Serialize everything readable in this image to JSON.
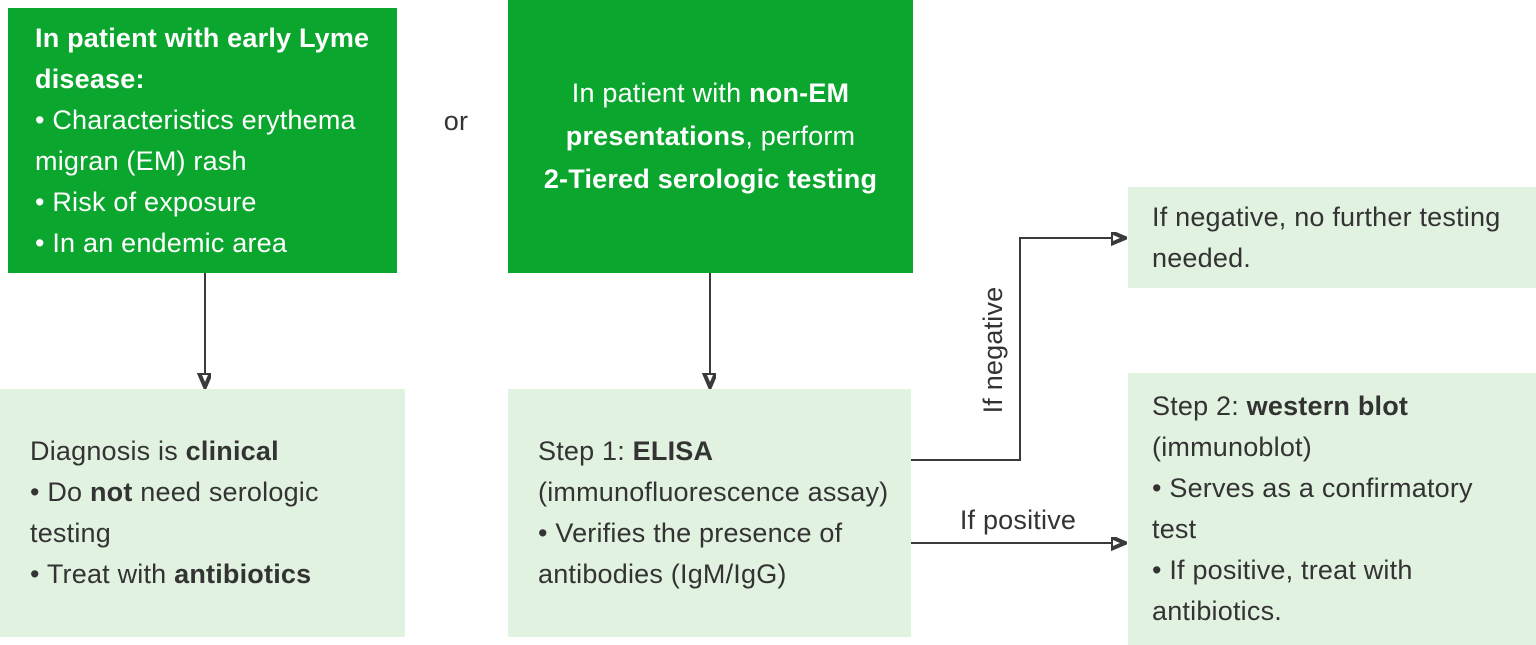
{
  "palette": {
    "node_green": "#0aa62d",
    "node_light_green": "#e2f2e1",
    "text_on_green": "#ffffff",
    "text_dark": "#333333",
    "arrow": "#3a3a3a"
  },
  "nodes": {
    "early_lyme": {
      "title_l1": "In patient with early Lyme",
      "title_l2": "disease:",
      "bullet1_l1": "• Characteristics erythema",
      "bullet1_l2": "migran (EM) rash",
      "bullet2": "• Risk of exposure",
      "bullet3": "• In an endemic area"
    },
    "non_em": {
      "l1a": "In patient with ",
      "l1b": "non-EM",
      "l2a": "presentations",
      "l2b": ", perform",
      "l3": "2-Tiered serologic testing"
    },
    "clinical": {
      "l1a": "Diagnosis is ",
      "l1b": "clinical",
      "l2a": "• Do ",
      "l2b": "not",
      "l2c": " need serologic",
      "l3": "testing",
      "l4a": "• Treat with ",
      "l4b": "antibiotics"
    },
    "elisa": {
      "l1a": "Step 1: ",
      "l1b": "ELISA",
      "l2": "(immunofluorescence assay)",
      "l3": "• Verifies the presence of",
      "l4": "antibodies (IgM/IgG)"
    },
    "negative_result": {
      "l1": "If negative, no further testing",
      "l2": "needed."
    },
    "western_blot": {
      "l1a": "Step 2: ",
      "l1b": "western blot",
      "l2": "(immunoblot)",
      "l3": "• Serves as a confirmatory",
      "l4": "test",
      "l5": "• If positive, treat with",
      "l6": "antibiotics."
    }
  },
  "labels": {
    "or": "or",
    "if_negative": "If negative",
    "if_positive": "If positive"
  }
}
